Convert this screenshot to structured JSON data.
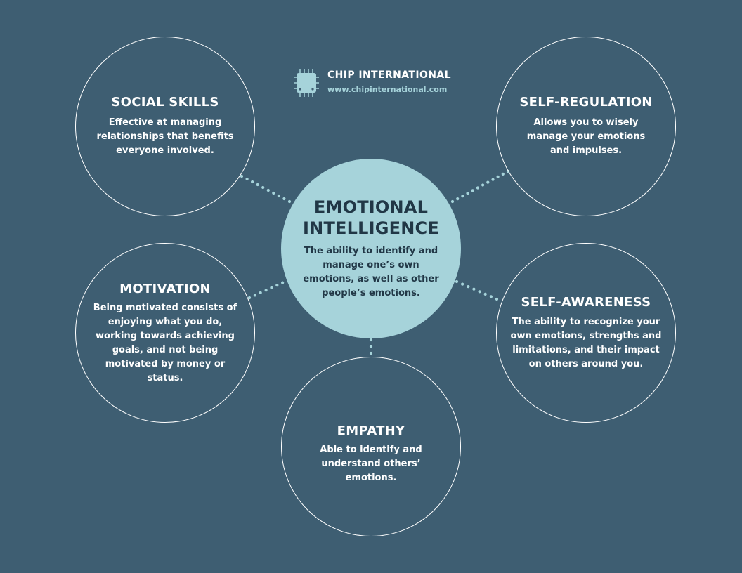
{
  "brand": {
    "name": "CHIP INTERNATIONAL",
    "url": "www.chipinternational.com",
    "icon": "chip-icon"
  },
  "center": {
    "title_line1": "EMOTIONAL",
    "title_line2": "INTELLIGENCE",
    "description": "The ability to identify and manage one’s own emotions, as well as other people’s emotions."
  },
  "nodes": {
    "social_skills": {
      "title": "SOCIAL SKILLS",
      "description": "Effective at managing relationships that benefits everyone involved."
    },
    "self_regulation": {
      "title": "SELF-REGULATION",
      "description": "Allows you to wisely manage your emotions and impulses."
    },
    "motivation": {
      "title": "MOTIVATION",
      "description": "Being motivated consists of enjoying what you do, working towards achieving goals, and not being motivated by money or status."
    },
    "self_awareness": {
      "title": "SELF-AWARENESS",
      "description": "The ability to recognize your own emotions, strengths and limitations, and their impact on others around you."
    },
    "empathy": {
      "title": "EMPATHY",
      "description": "Able to identify and understand others’ emotions."
    }
  },
  "colors": {
    "background": "#3e5e72",
    "center_fill": "#a6d3da",
    "center_text": "#213746",
    "connector": "#a6d3da",
    "node_border": "#ffffff"
  }
}
